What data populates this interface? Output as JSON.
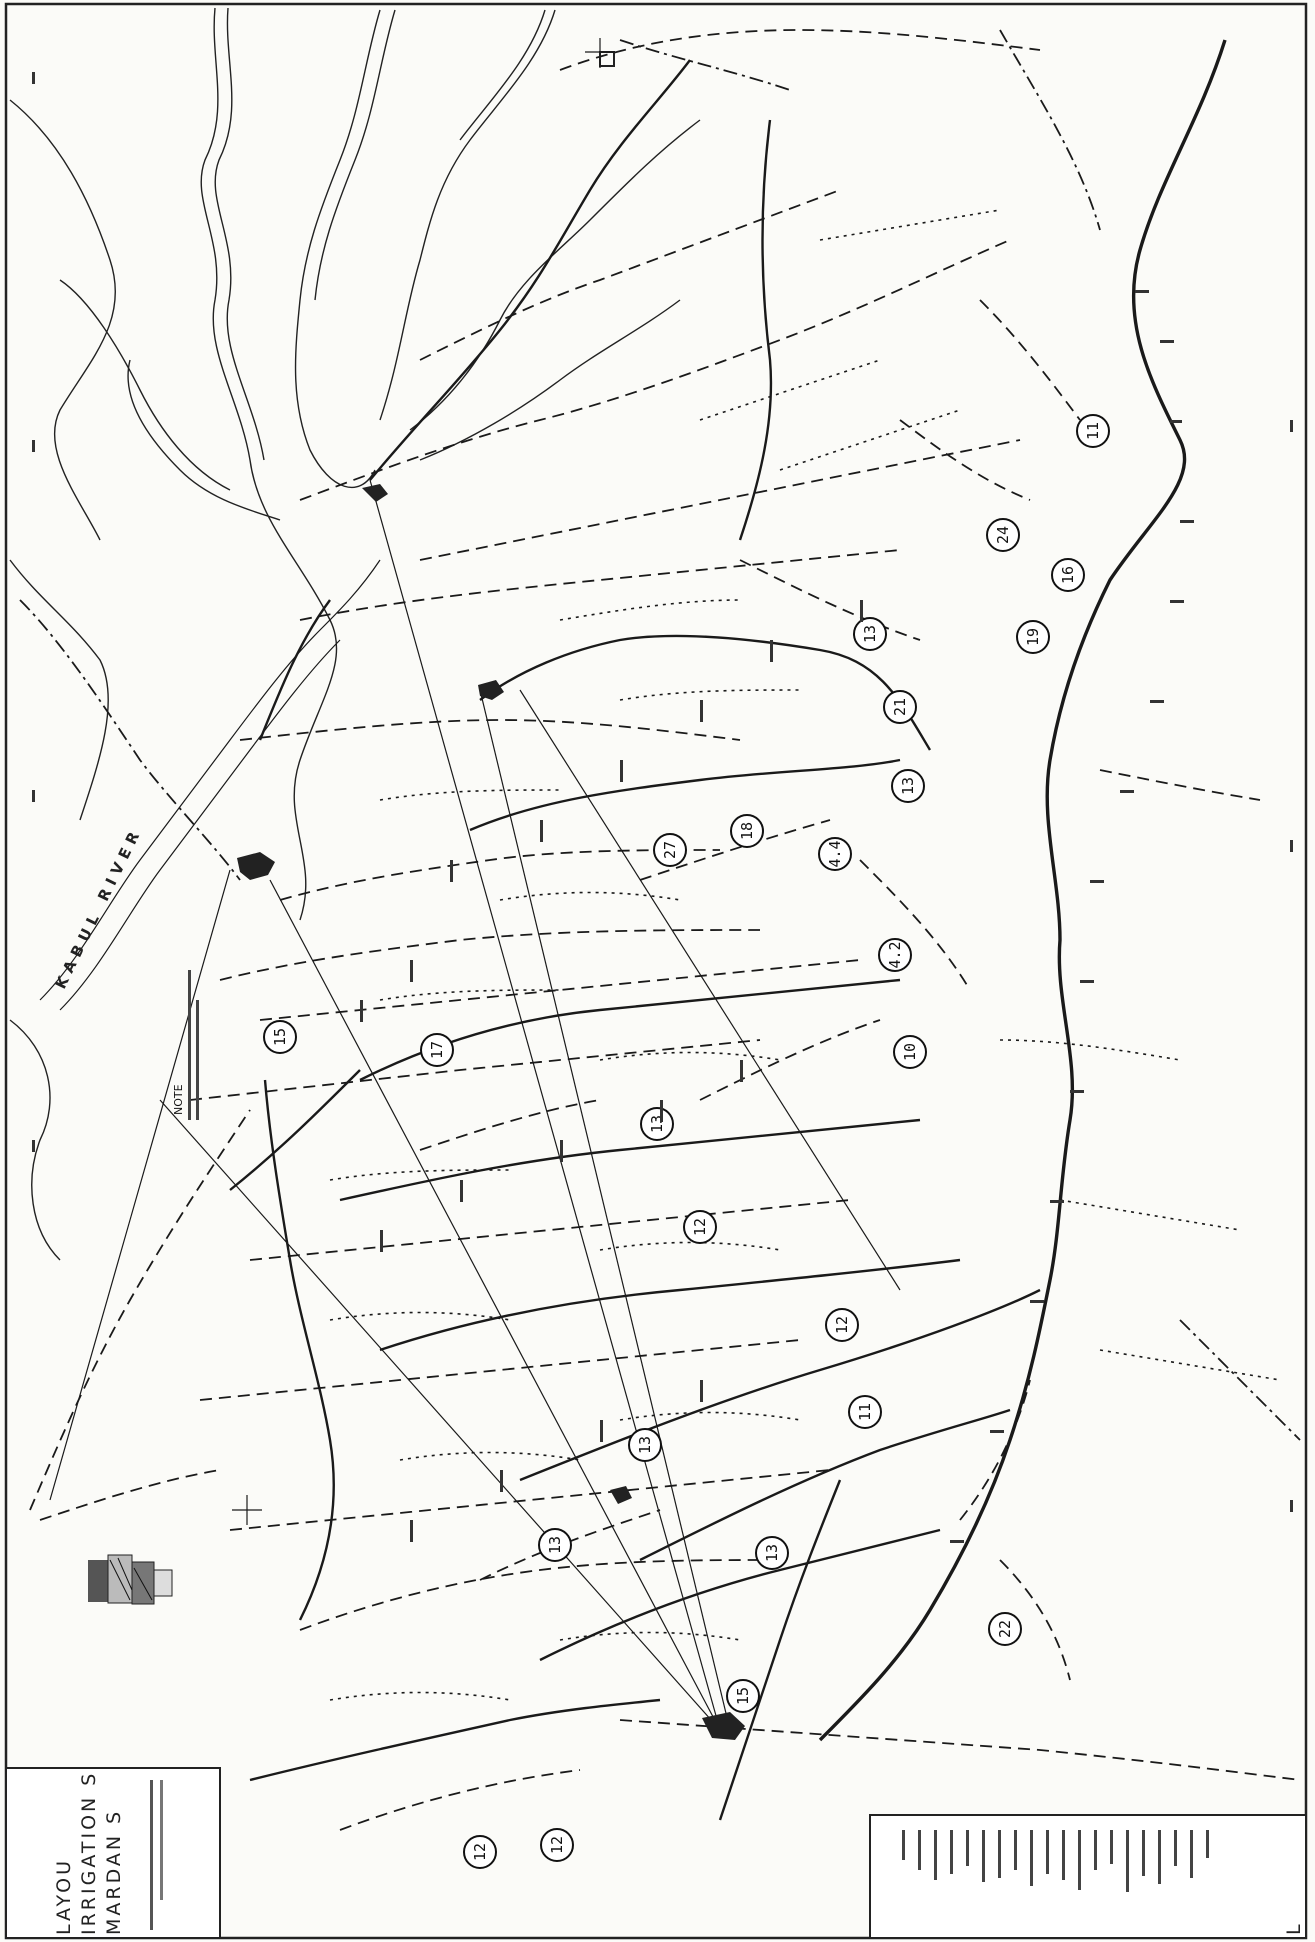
{
  "map": {
    "title_block": {
      "line1": "MARDAN S",
      "line2": "IRRIGATION S",
      "line3": "LAYOU"
    },
    "river_label": "KABUL RIVER",
    "note_label": "NOTE",
    "partial_letter": "L",
    "zone_labels": [
      "11",
      "16",
      "19",
      "24",
      "21",
      "4.4",
      "4.2",
      "13",
      "13",
      "18",
      "27",
      "15",
      "17",
      "13",
      "12",
      "10",
      "12",
      "11",
      "13",
      "22",
      "15",
      "12",
      "12",
      "13",
      "13"
    ]
  }
}
